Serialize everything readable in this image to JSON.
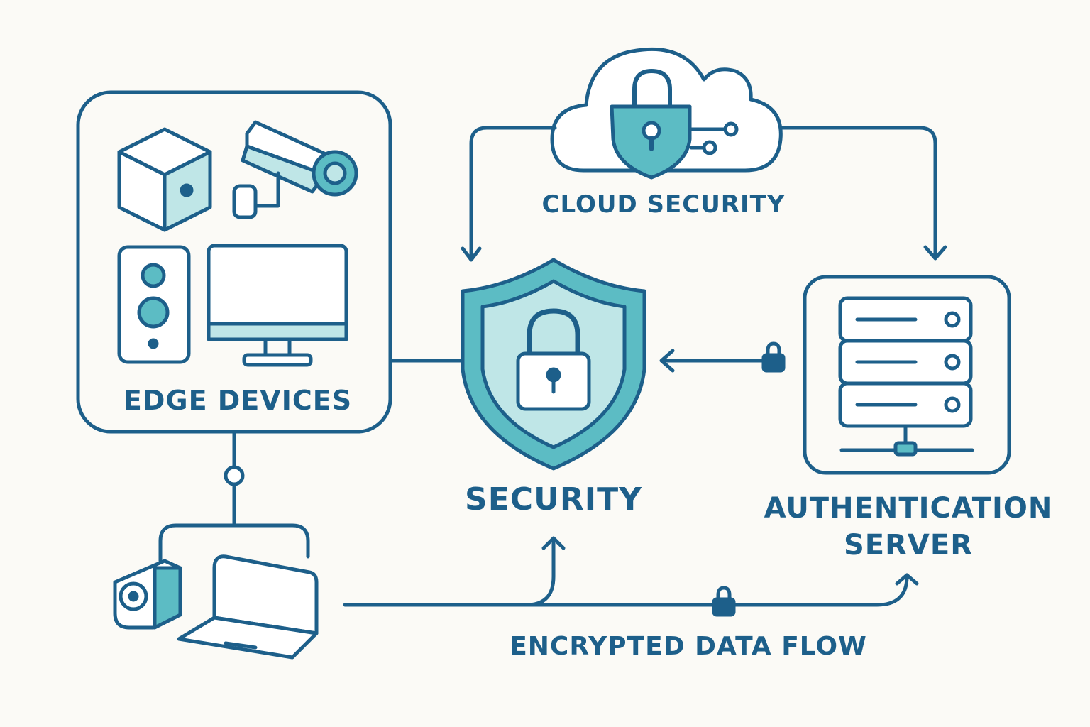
{
  "labels": {
    "edge_devices": "EDGE DEVICES",
    "cloud_security": "CLOUD SECURITY",
    "security": "SECURITY",
    "auth_server_line1": "AUTHENTICATION",
    "auth_server_line2": "SERVER",
    "encrypted_flow": "ENCRYPTED DATA FLOW"
  },
  "icons": {
    "edge_devices": [
      "cube-icon",
      "security-camera-icon",
      "speaker-icon",
      "monitor-icon"
    ],
    "endpoints": [
      "camera-icon",
      "laptop-icon"
    ],
    "security": "shield-padlock-icon",
    "cloud": "cloud-padlock-icon",
    "server": "server-rack-icon",
    "flow_locks": [
      "padlock-icon",
      "padlock-icon"
    ]
  },
  "colors": {
    "stroke": "#1d5f8a",
    "fill_teal": "#5cbcc4",
    "fill_light": "#bfe6e7",
    "background": "#fbfaf6"
  }
}
